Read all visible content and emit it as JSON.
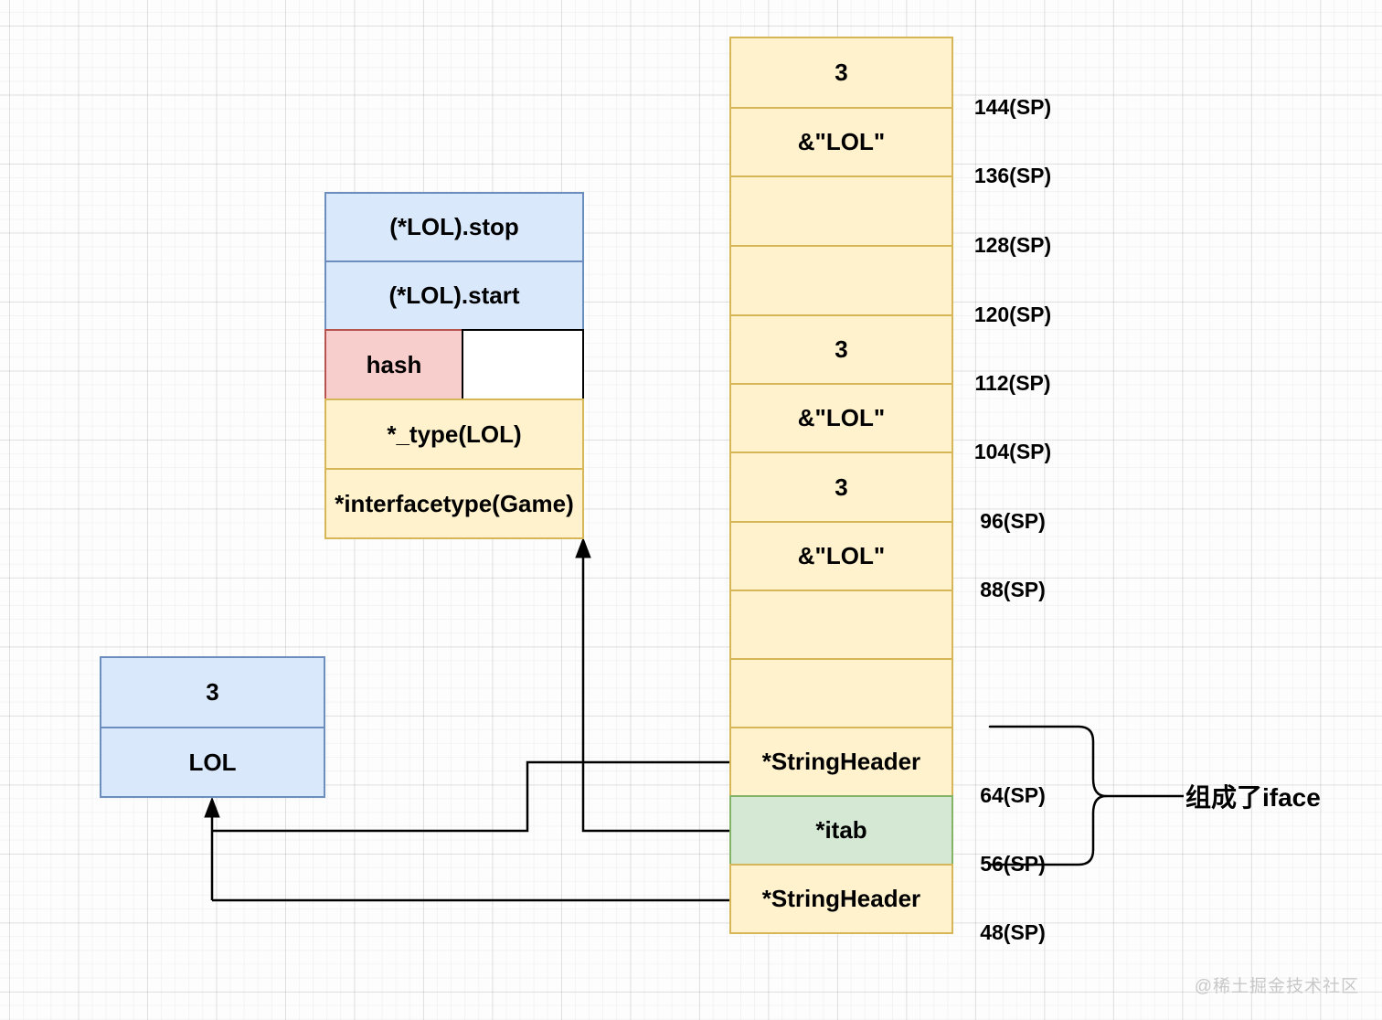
{
  "colors": {
    "yellow_fill": "#FFF2CC",
    "yellow_border": "#D6B656",
    "green_fill": "#D5E8D4",
    "green_border": "#82B366",
    "blue_fill": "#DAE8FC",
    "blue_border": "#6C8EBF",
    "pink_fill": "#F8CECC",
    "pink_border": "#B85450",
    "line_color": "#000000",
    "watermark_color": "#C8C8C8"
  },
  "stack": {
    "rows": [
      {
        "label": "3"
      },
      {
        "label": "&\"LOL\""
      },
      {
        "label": ""
      },
      {
        "label": ""
      },
      {
        "label": "3"
      },
      {
        "label": "&\"LOL\""
      },
      {
        "label": "3"
      },
      {
        "label": "&\"LOL\""
      },
      {
        "label": ""
      },
      {
        "label": ""
      },
      {
        "label": "*StringHeader"
      },
      {
        "label": "*itab"
      },
      {
        "label": "*StringHeader"
      }
    ],
    "sp_labels": [
      "144(SP)",
      "136(SP)",
      "128(SP)",
      "120(SP)",
      "112(SP)",
      "104(SP)",
      "96(SP)",
      "88(SP)",
      "64(SP)",
      "56(SP)",
      "48(SP)"
    ]
  },
  "itab_struct": {
    "rows": [
      {
        "label": "(*LOL).stop"
      },
      {
        "label": "(*LOL).start"
      },
      {
        "label": "hash"
      },
      {
        "label": "*_type(LOL)"
      },
      {
        "label": "*interfacetype(Game)"
      }
    ]
  },
  "string_data": {
    "rows": [
      {
        "label": "3"
      },
      {
        "label": "LOL"
      }
    ]
  },
  "annotations": {
    "brace_label": "组成了iface",
    "watermark": "@稀土掘金技术社区"
  }
}
